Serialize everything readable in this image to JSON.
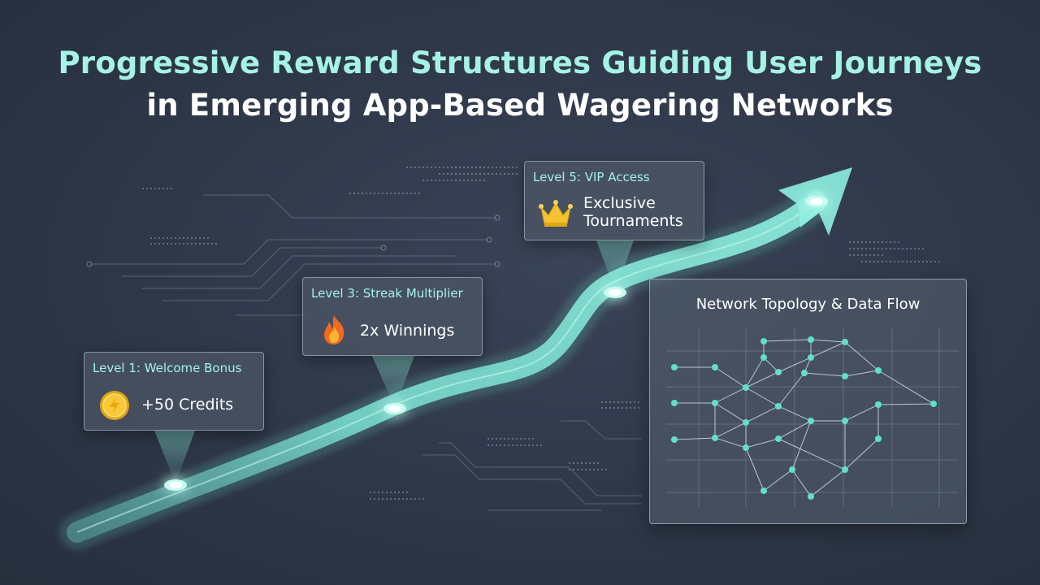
{
  "title": {
    "line1": "Progressive Reward Structures Guiding User Journeys",
    "line2": "in Emerging App-Based Wagering Networks"
  },
  "milestones": [
    {
      "level": "Level 1: Welcome Bonus",
      "reward": "+50 Credits",
      "icon": "coin-icon"
    },
    {
      "level": "Level 3: Streak Multiplier",
      "reward": "2x Winnings",
      "icon": "fire-icon"
    },
    {
      "level": "Level 5: VIP Access",
      "reward_line1": "Exclusive",
      "reward_line2": "Tournaments",
      "icon": "crown-icon"
    }
  ],
  "network_panel": {
    "title": "Network Topology & Data Flow"
  },
  "colors": {
    "background": "#2c3546",
    "accent": "#a6f2e6",
    "path": "#7fe8d8",
    "node": "#5fe0cc"
  }
}
